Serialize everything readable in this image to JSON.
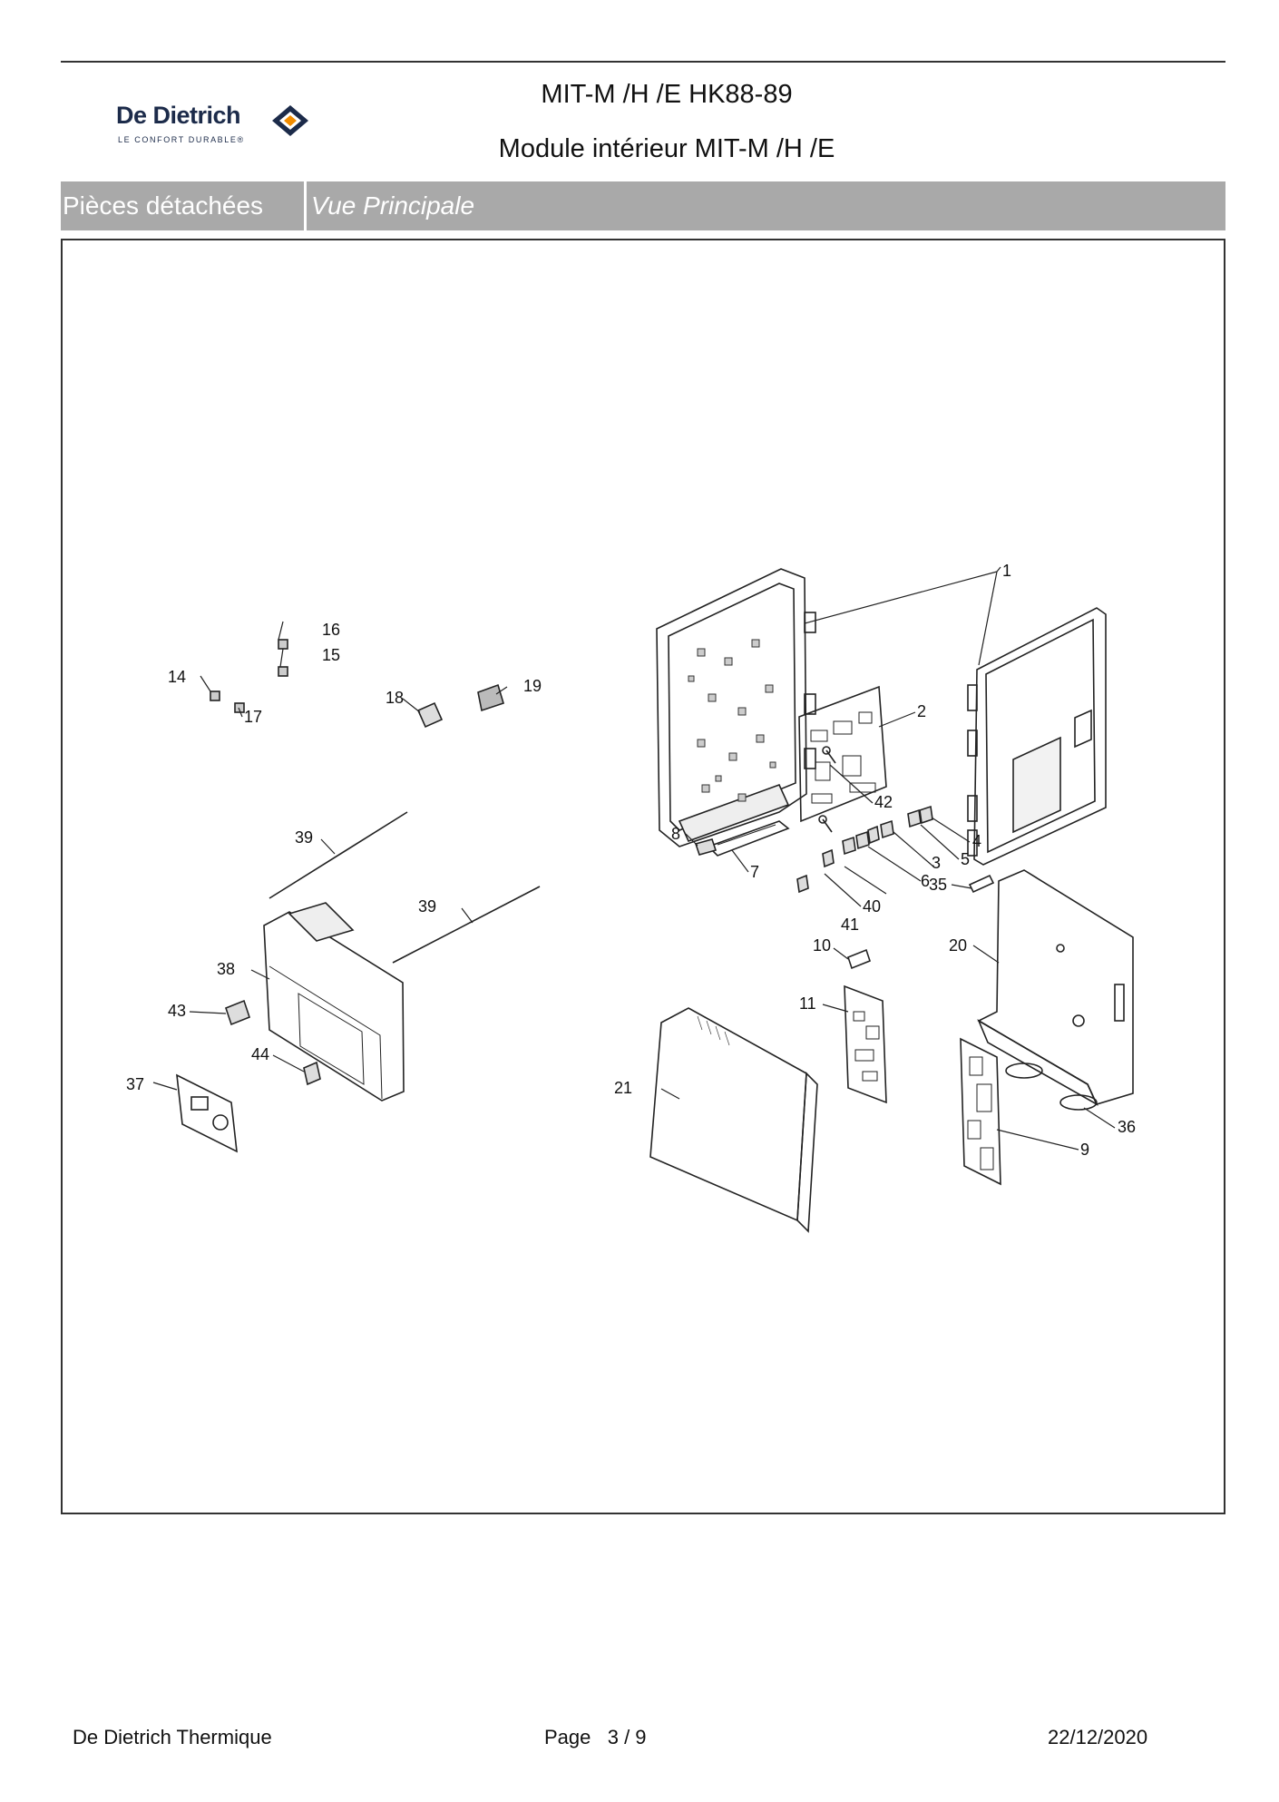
{
  "header": {
    "brand": "De Dietrich",
    "brand_tagline": "LE CONFORT DURABLE®",
    "title_line1": "MIT-M /H /E HK88-89",
    "title_line2": "Module intérieur MIT-M /H /E"
  },
  "section_bar": {
    "label": "Pièces détachées",
    "view": "Vue Principale"
  },
  "diagram": {
    "callouts": [
      "1",
      "2",
      "3",
      "4",
      "5",
      "6",
      "7",
      "8",
      "9",
      "10",
      "11",
      "14",
      "15",
      "16",
      "17",
      "18",
      "19",
      "20",
      "21",
      "35",
      "36",
      "37",
      "38",
      "39",
      "39",
      "40",
      "41",
      "42",
      "43",
      "44"
    ]
  },
  "footer": {
    "company": "De Dietrich Thermique",
    "page_label": "Page",
    "page_value": "3  /  9",
    "date": "22/12/2020"
  },
  "colors": {
    "bar": "#a9a9a9",
    "brand_blue": "#1c2b4a",
    "brand_orange": "#f28c00"
  }
}
